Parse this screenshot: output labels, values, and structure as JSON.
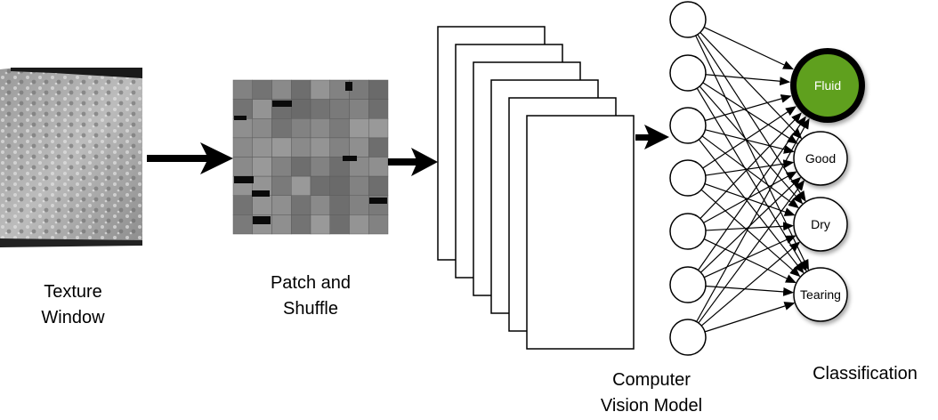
{
  "stages": {
    "texture": {
      "line1": "Texture",
      "line2": "Window"
    },
    "patch": {
      "line1": "Patch and",
      "line2": "Shuffle"
    },
    "model": {
      "line1": "Computer",
      "line2": "Vision Model"
    },
    "classification": {
      "label": "Classification"
    }
  },
  "network": {
    "hidden_nodes": 7,
    "outputs": [
      {
        "label": "Fluid",
        "highlighted": true
      },
      {
        "label": "Good",
        "highlighted": false
      },
      {
        "label": "Dry",
        "highlighted": false
      },
      {
        "label": "Tearing",
        "highlighted": false
      }
    ]
  },
  "colors": {
    "highlight_fill": "#5fa01e",
    "highlight_border": "#000000",
    "stroke": "#000000"
  }
}
